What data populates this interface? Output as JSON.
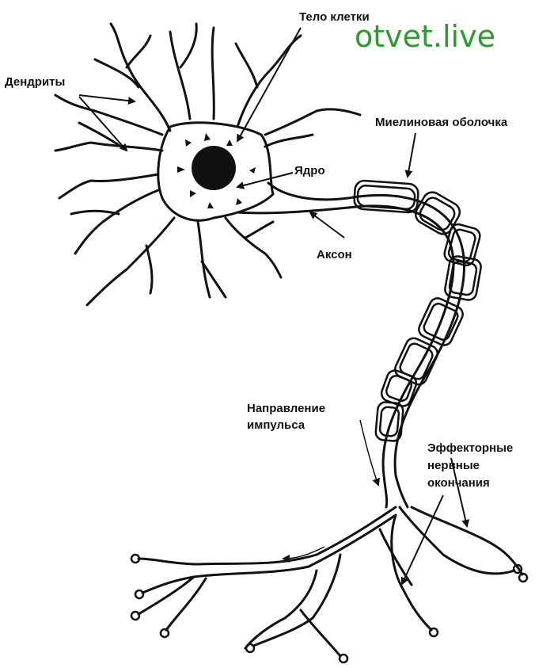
{
  "labels": {
    "cell_body": "Тело клетки",
    "dendrites": "Дендриты",
    "myelin": "Миелиновая оболочка",
    "nucleus": "Ядро",
    "axon": "Аксон",
    "impulse_line1": "Направление",
    "impulse_line2": "импульса",
    "effector_line1": "Эффекторные",
    "effector_line2": "нервные",
    "effector_line3": "окончания"
  },
  "watermark": "otvet.live",
  "colors": {
    "ink": "#111111",
    "watermark": "#2e9a2e",
    "background": "#ffffff"
  }
}
